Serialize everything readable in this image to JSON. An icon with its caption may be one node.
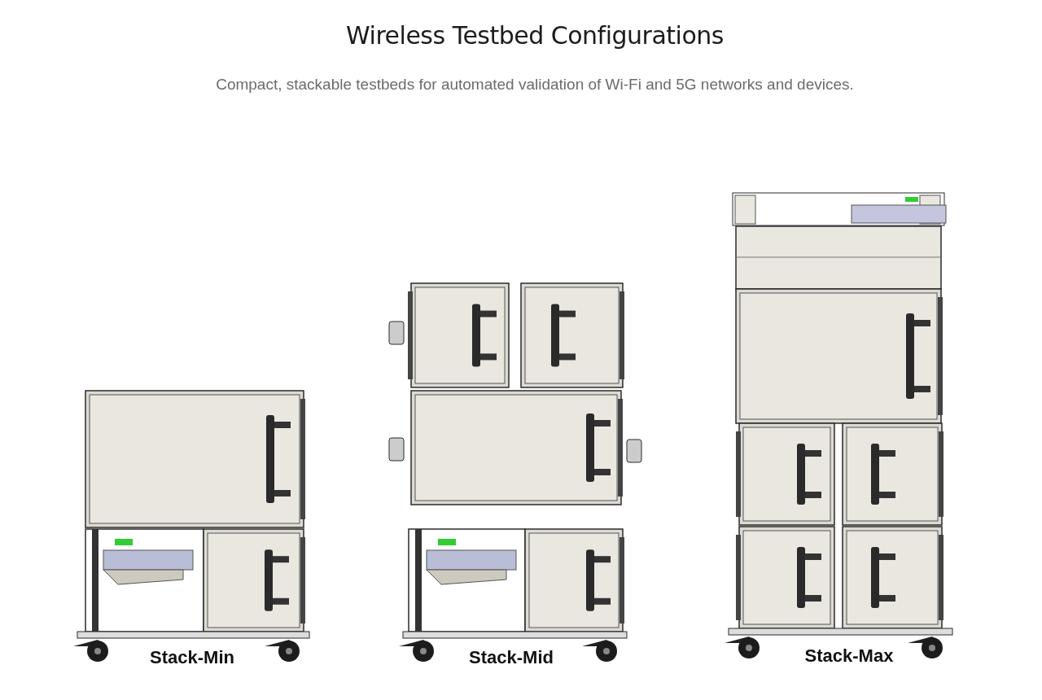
{
  "diagram": {
    "title": "Wireless Testbed Configurations",
    "labels": [
      "Compact, stackable testbeds for automated validation of Wi-Fi and 5G networks and devices.",
      "Stack-Min",
      "Stack-Mid",
      "Stack-Max"
    ]
  }
}
